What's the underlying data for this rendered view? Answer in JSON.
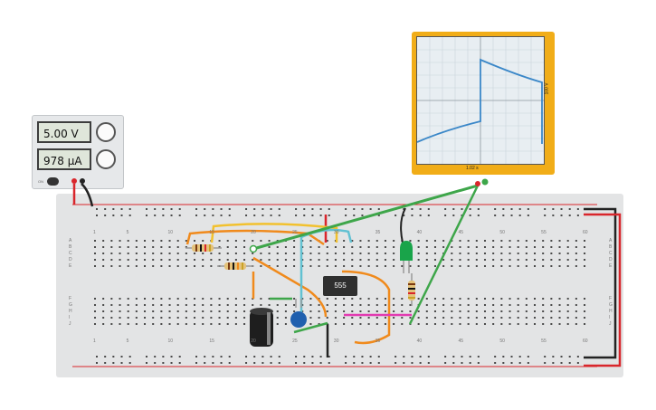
{
  "power_supply": {
    "voltage": "5.00 V",
    "current": "978 µA",
    "on_label": "ON"
  },
  "oscilloscope": {
    "y_scale": "100 V",
    "x_scale": "1.02 s"
  },
  "timer_chip": {
    "label": "555"
  },
  "breadboard": {
    "columns": [
      "1",
      "5",
      "10",
      "15",
      "20",
      "25",
      "30",
      "35",
      "40",
      "45",
      "50",
      "55",
      "60"
    ],
    "rows_top": [
      "A",
      "B",
      "C",
      "D",
      "E"
    ],
    "rows_bottom": [
      "F",
      "G",
      "H",
      "I",
      "J"
    ]
  },
  "colors": {
    "board": "#e3e4e5",
    "scope_frame": "#f1ad18",
    "trace": "#3a87c8",
    "rail_red": "#d9262c",
    "wire_green": "#3ea64a",
    "wire_orange": "#f08a1c",
    "wire_yellow": "#f2c12e",
    "wire_cyan": "#62c1d2",
    "wire_magenta": "#e23ab0",
    "led": "#19a44a"
  }
}
